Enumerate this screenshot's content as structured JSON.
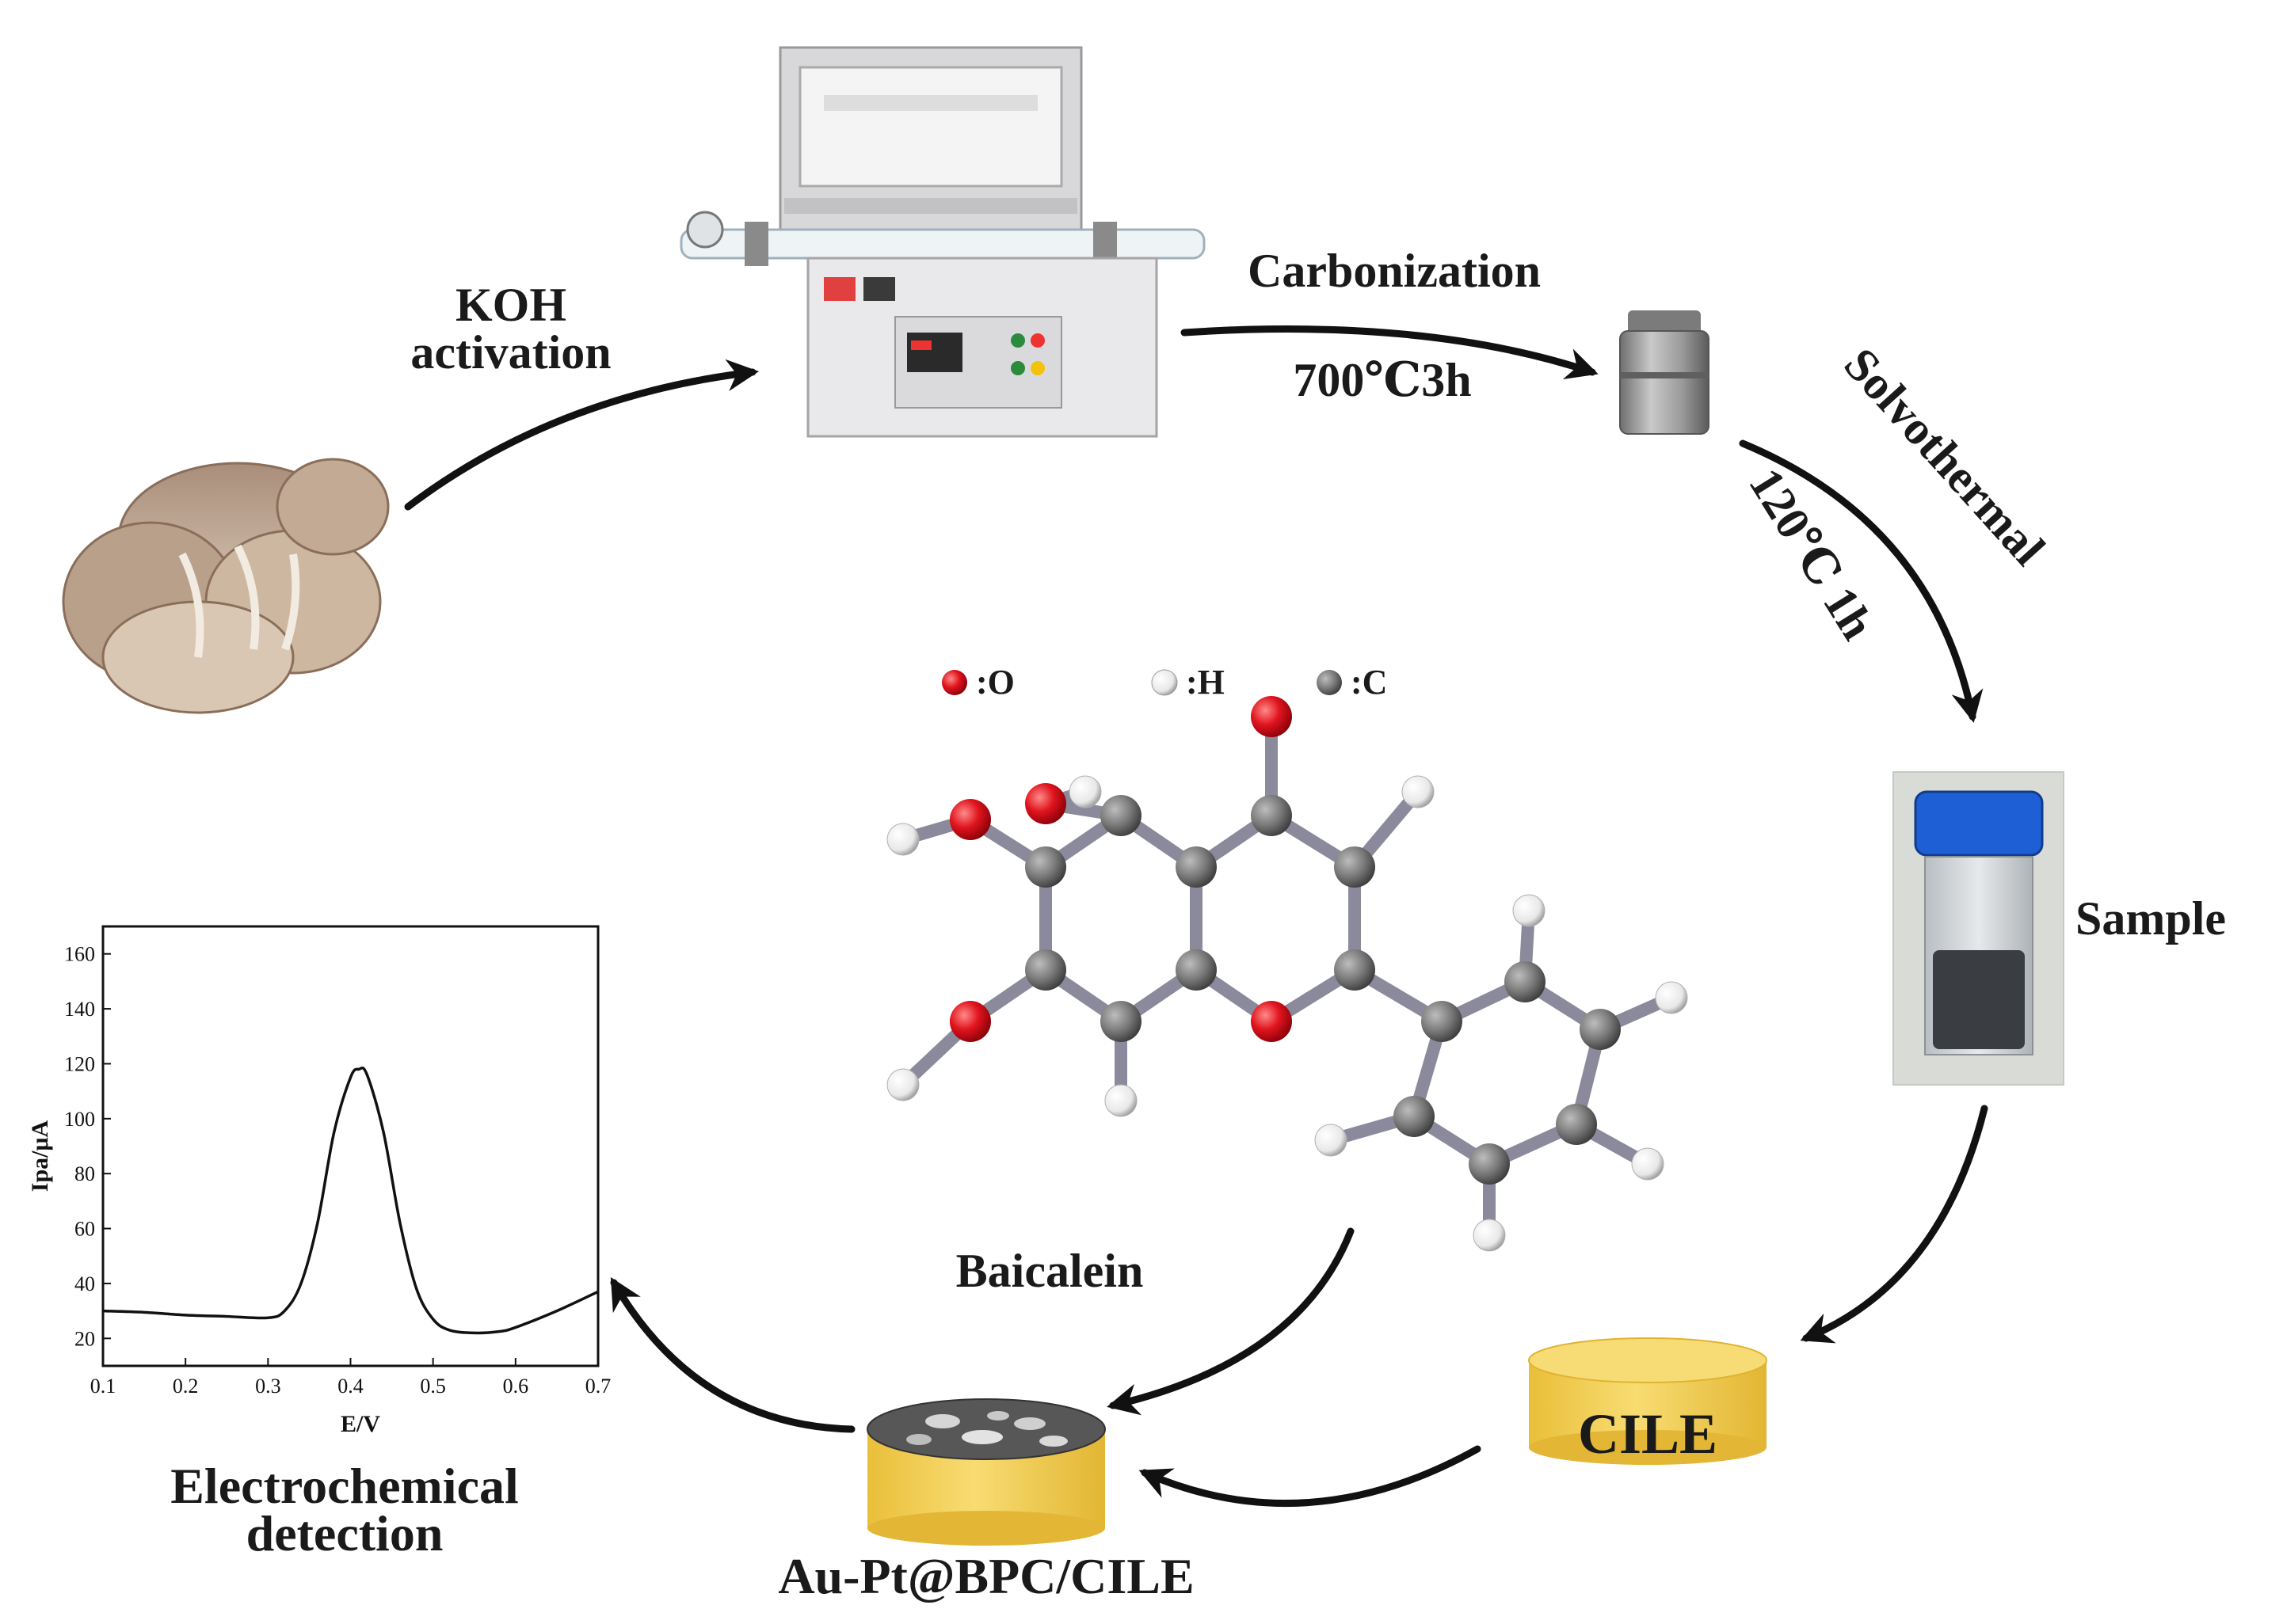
{
  "labels": {
    "koh_line1": "KOH",
    "koh_line2": "activation",
    "carbonization": "Carbonization",
    "carb_condition": "700℃3h",
    "solvothermal": "Solvothermal",
    "solvo_condition": "120℃ 1h",
    "sample": "Sample",
    "baicalein": "Baicalein",
    "cile": "CILE",
    "electrode": "Au-Pt@BPC/CILE",
    "detect_line1": "Electrochemical",
    "detect_line2": "detection"
  },
  "legend": [
    {
      "symbol": "O",
      "text": ":O",
      "color": "#e0141e"
    },
    {
      "symbol": "H",
      "text": ":H",
      "color": "#f2f2f2"
    },
    {
      "symbol": "C",
      "text": ":C",
      "color": "#7a7a7a"
    }
  ],
  "colors": {
    "cap_blue": "#1f5fd6",
    "cile_yellow": "#f3d25a",
    "oxygen": "#e0141e",
    "carbon": "#7a7a7a",
    "arrow": "#111111"
  },
  "chart_data": {
    "type": "line",
    "xlabel": "E/V",
    "ylabel": "Ipa/μA",
    "xlim": [
      0.1,
      0.7
    ],
    "ylim": [
      10,
      170
    ],
    "xticks": [
      0.1,
      0.2,
      0.3,
      0.4,
      0.5,
      0.6,
      0.7
    ],
    "yticks": [
      20,
      40,
      60,
      80,
      100,
      120,
      140,
      160
    ],
    "grid": false,
    "series": [
      {
        "x": [
          0.1,
          0.15,
          0.2,
          0.25,
          0.3,
          0.32,
          0.34,
          0.36,
          0.38,
          0.4,
          0.41,
          0.42,
          0.44,
          0.46,
          0.48,
          0.5,
          0.52,
          0.55,
          0.58,
          0.6,
          0.65,
          0.7
        ],
        "y": [
          30,
          29.5,
          28.5,
          28,
          27.5,
          30,
          40,
          62,
          95,
          115,
          118,
          116,
          95,
          62,
          38,
          27,
          23,
          22,
          22.5,
          24,
          30,
          37
        ]
      }
    ]
  }
}
